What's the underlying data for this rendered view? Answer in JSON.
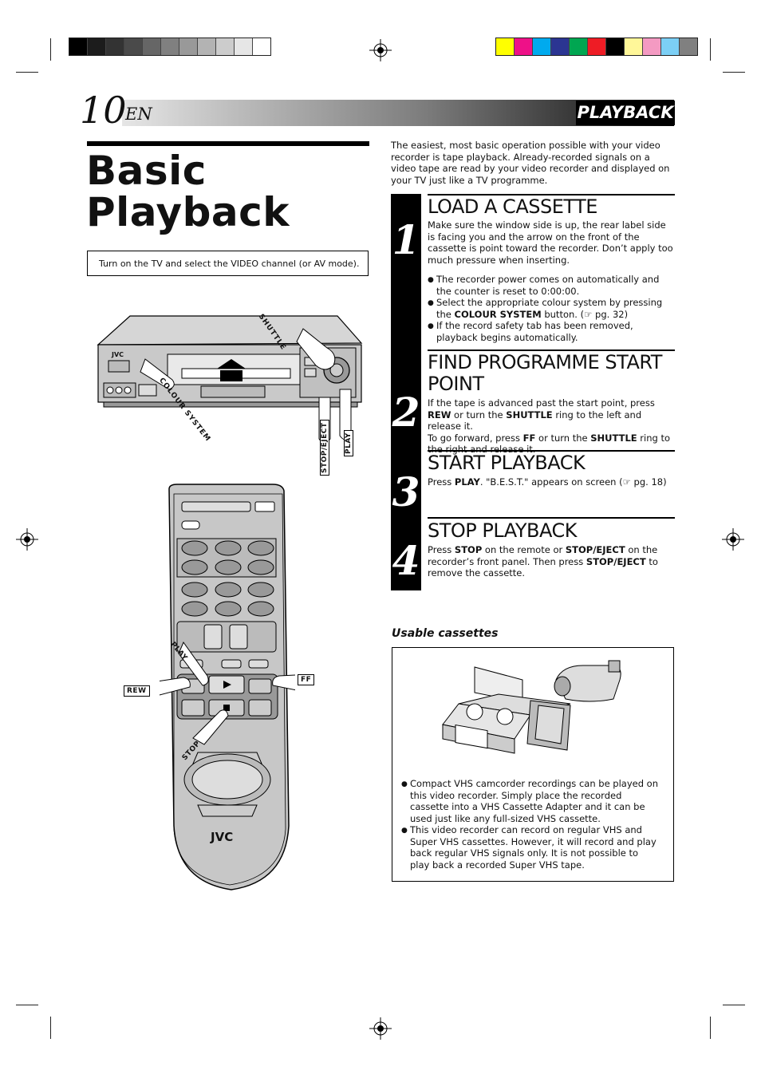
{
  "header": {
    "page_number": "10",
    "lang": "EN",
    "section": "PLAYBACK"
  },
  "title": {
    "line1": "Basic",
    "line2": "Playback"
  },
  "tip": "Turn on the TV and select the VIDEO channel (or AV mode).",
  "intro": "The easiest, most basic operation possible with your video recorder is tape playback. Already-recorded signals on a video tape are read by your video recorder and displayed on your TV just like a TV programme.",
  "steps": [
    {
      "number": "1",
      "heading": "LOAD A CASSETTE",
      "body": "Make sure the window side is up, the rear label side is facing you and the arrow on the front of the cassette is point toward the recorder. Don’t apply too much pressure when inserting.",
      "bullets": [
        "The recorder power comes on automatically and the counter is reset to 0:00:00.",
        "Select the appropriate colour system by pressing the",
        "If the record safety tab has been removed, playback begins automatically."
      ],
      "bullet2_bold": "COLOUR SYSTEM",
      "bullet2_tail": " button. (☞ pg. 32)"
    },
    {
      "number": "2",
      "heading": "FIND PROGRAMME START POINT",
      "p1a": "If the tape is advanced past the start point, press ",
      "p1b": "REW",
      "p1c": " or turn the ",
      "p1d": "SHUTTLE",
      "p1e": " ring to the left and release it.",
      "p2a": "To go forward, press ",
      "p2b": "FF",
      "p2c": " or turn the ",
      "p2d": "SHUTTLE",
      "p2e": " ring to the right and release it."
    },
    {
      "number": "3",
      "heading": "START PLAYBACK",
      "p1a": "Press ",
      "p1b": "PLAY",
      "p1c": ". \"B.E.S.T.\" appears on screen (☞ pg. 18)"
    },
    {
      "number": "4",
      "heading": "STOP PLAYBACK",
      "p1a": "Press ",
      "p1b": "STOP",
      "p1c": " on the remote or ",
      "p1d": "STOP/EJECT",
      "p1e": " on the recorder’s front panel. Then press ",
      "p1f": "STOP/EJECT",
      "p1g": " to remove the cassette."
    }
  ],
  "usable": {
    "title": "Usable cassettes",
    "notes": [
      "Compact VHS camcorder recordings can be played on this video recorder. Simply place the recorded cassette into a VHS Cassette Adapter and it can be used just like any full-sized VHS cassette.",
      "This video recorder can record on regular VHS and Super VHS cassettes. However, it will record and play back regular VHS signals only. It is not possible to play back a recorded Super VHS tape."
    ]
  },
  "illustration_labels": {
    "shuttle": "SHUTTLE",
    "colour_system": "COLOUR SYSTEM",
    "stop_eject": "STOP/EJECT",
    "play": "PLAY",
    "remote_play": "PLAY",
    "rew": "REW",
    "ff": "FF",
    "stop": "STOP",
    "brand": "JVC",
    "remote_brand": "JVC"
  },
  "colors": {
    "grey_bars": [
      "#000000",
      "#1c1c1c",
      "#333333",
      "#4a4a4a",
      "#666666",
      "#808080",
      "#999999",
      "#b3b3b3",
      "#cccccc",
      "#e6e6e6",
      "#ffffff"
    ],
    "color_bars": [
      "#ffff00",
      "#ee1188",
      "#00aaee",
      "#2b3592",
      "#00a651",
      "#ee1c25",
      "#000000",
      "#fff799",
      "#f49ac2",
      "#7ccff5",
      "#808080"
    ]
  }
}
